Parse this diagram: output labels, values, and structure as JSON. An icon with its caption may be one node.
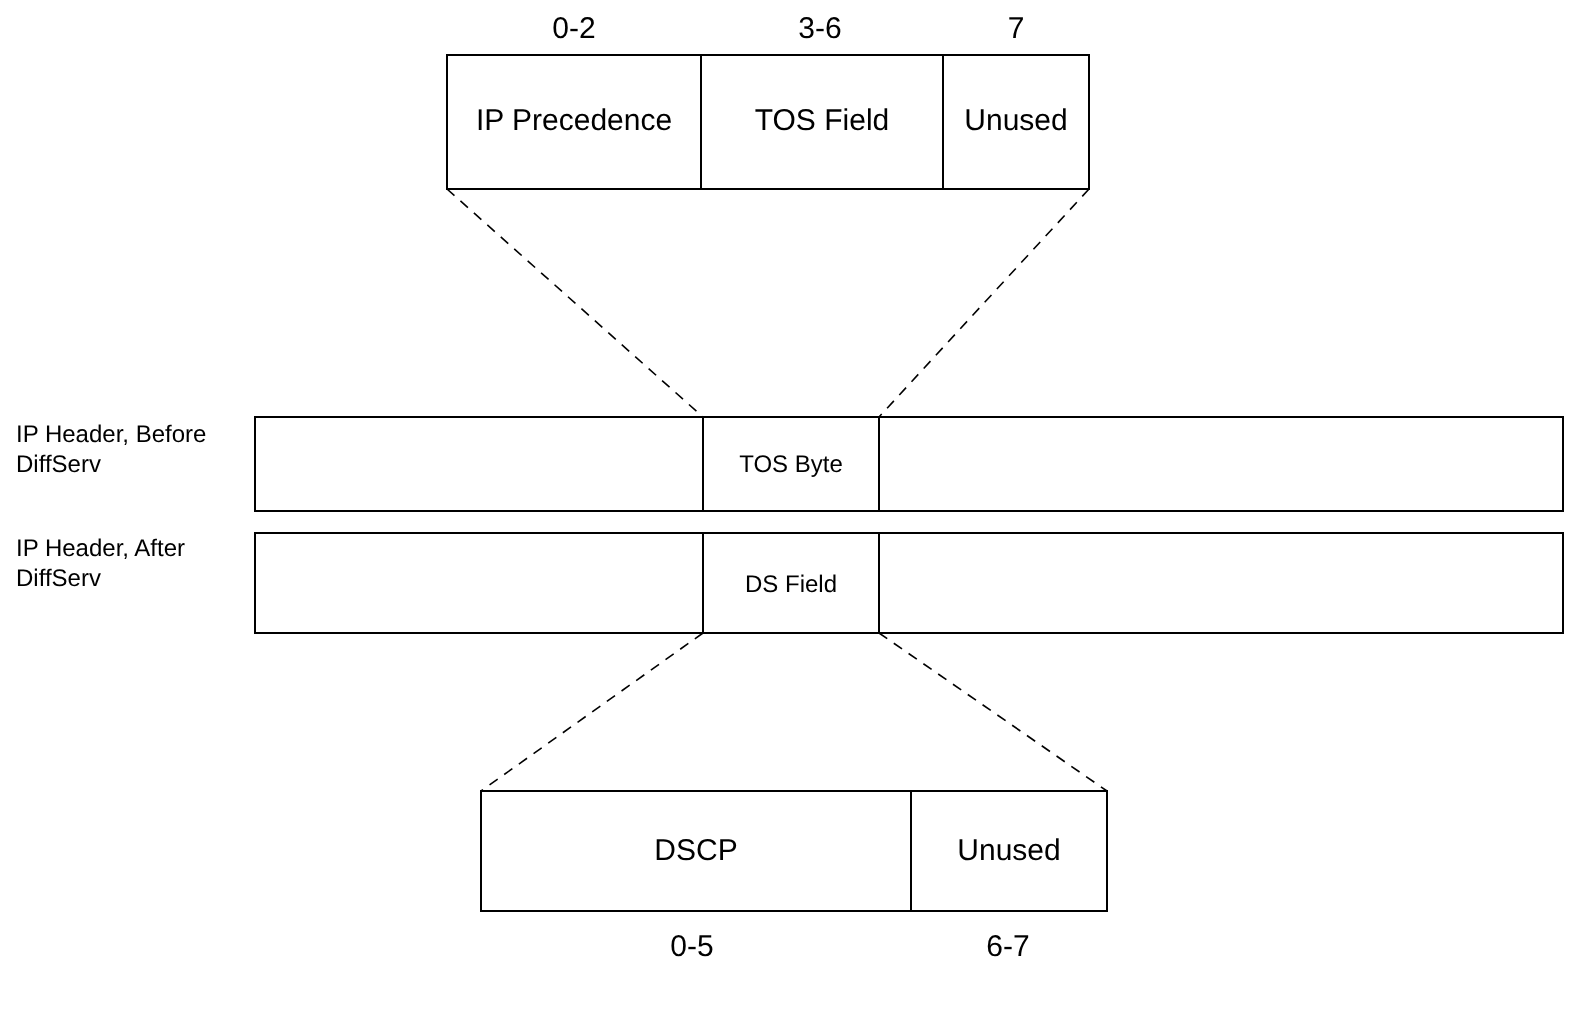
{
  "diagram": {
    "nodes": [
      {
        "text": [
          "IP Precedence"
        ],
        "beside": [
          "0-2"
        ]
      },
      {
        "text": [
          "TOS Field"
        ],
        "beside": [
          "3-6"
        ]
      },
      {
        "text": [
          "Unused"
        ],
        "beside": [
          "7"
        ]
      },
      {
        "text": [
          "IP Header, Before DiffServ"
        ]
      },
      {
        "text": [
          "TOS Byte"
        ],
        "in": 3
      },
      {
        "text": [
          "IP Header, After DiffServ"
        ]
      },
      {
        "text": [
          "DS Field"
        ],
        "in": 5
      },
      {
        "text": [
          "DSCP"
        ],
        "beside": [
          "0-5"
        ]
      },
      {
        "text": [
          "Unused"
        ],
        "beside": [
          "6-7"
        ]
      }
    ],
    "edges": [
      {
        "from": 0,
        "to": 4,
        "arrow": "none",
        "style": "dashed"
      },
      {
        "from": 2,
        "to": 4,
        "arrow": "none",
        "style": "dashed"
      },
      {
        "from": 6,
        "to": 7,
        "arrow": "none",
        "style": "dashed"
      },
      {
        "from": 6,
        "to": 8,
        "arrow": "none",
        "style": "dashed"
      }
    ]
  }
}
